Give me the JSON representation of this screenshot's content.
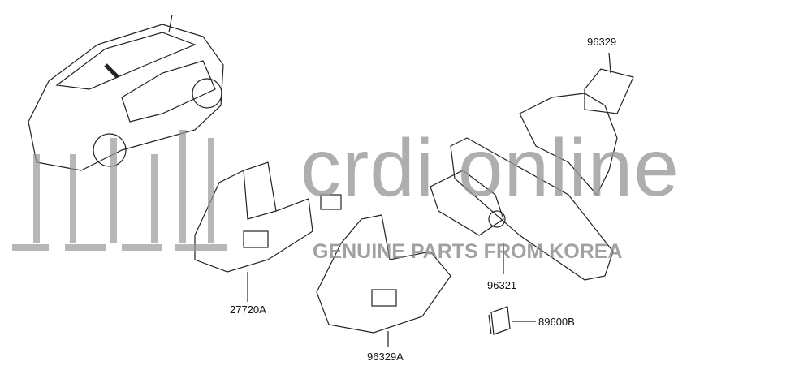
{
  "labels": {
    "p96329": "96329",
    "p96321": "96321",
    "p89600B": "89600B",
    "p27720A": "27720A",
    "p96329A": "96329A"
  },
  "watermark": {
    "main": "crdi online",
    "sub": "GENUINE PARTS FROM KOREA"
  }
}
